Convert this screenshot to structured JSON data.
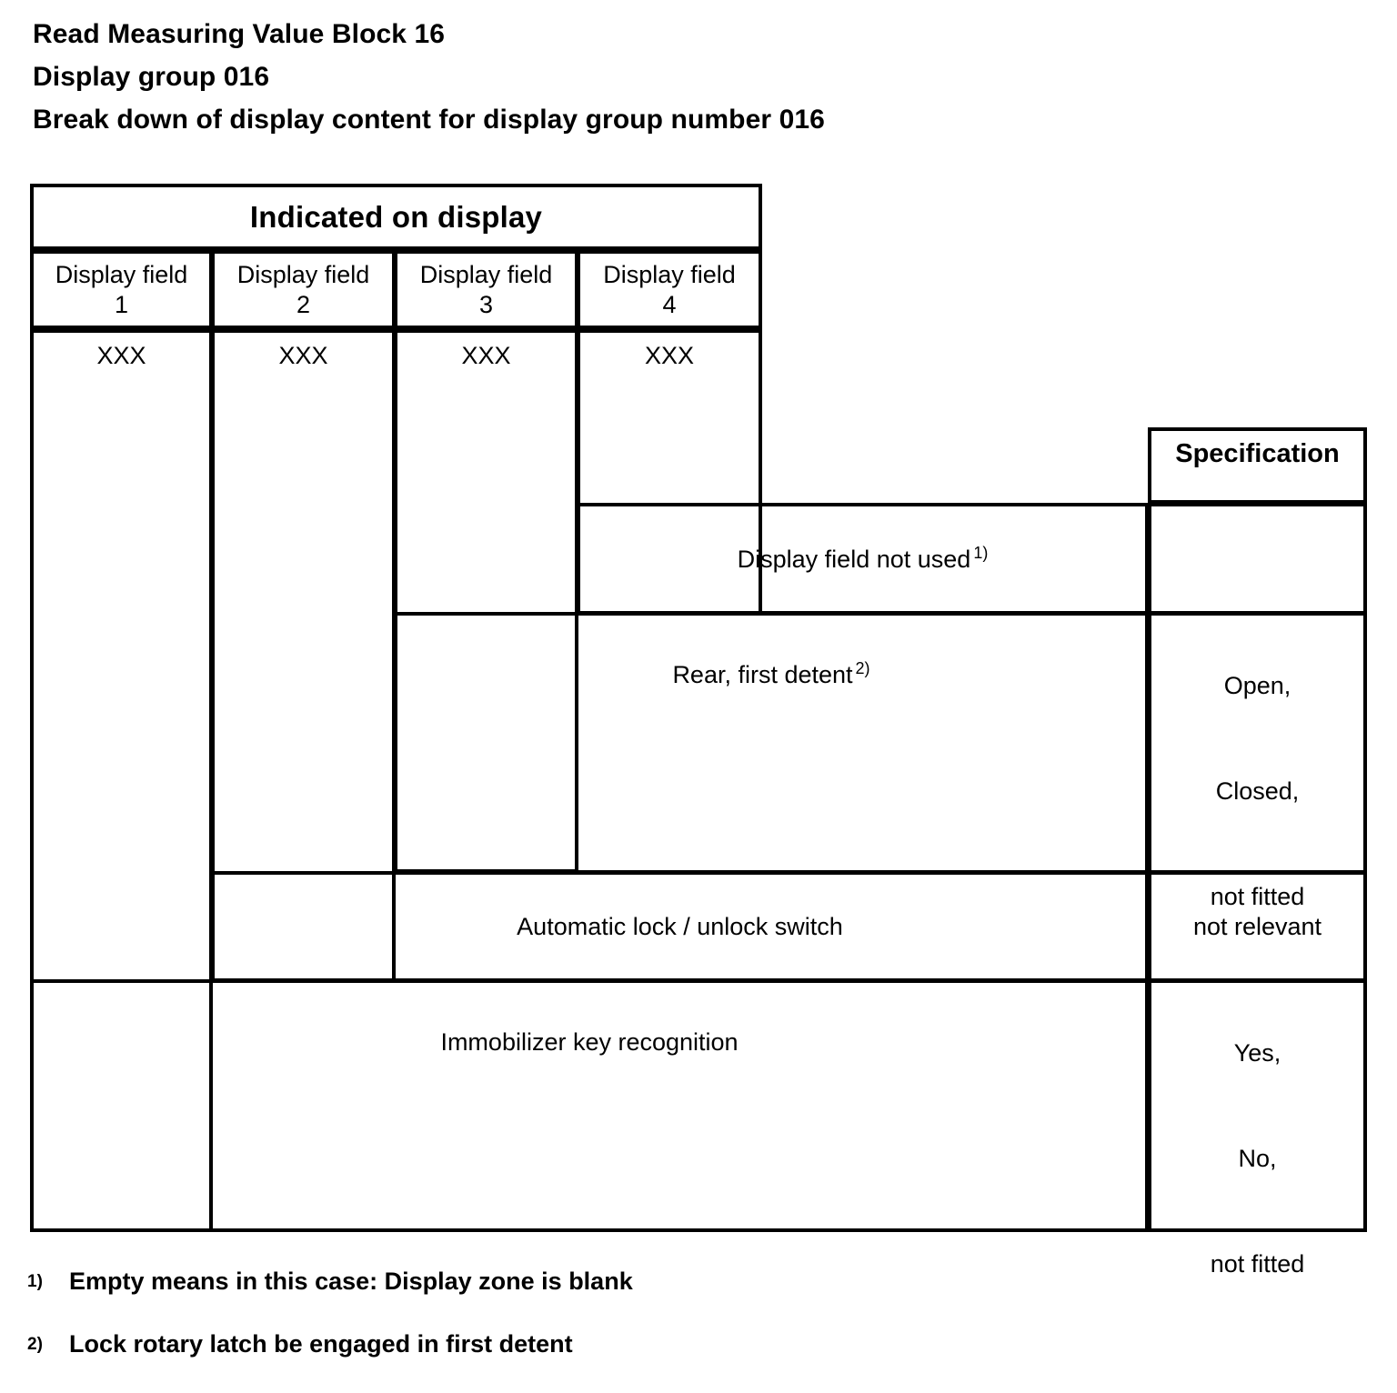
{
  "heading": {
    "line1": "Read Measuring Value Block 16",
    "line2": "Display group 016",
    "line3": "Break down of display content for display group number 016"
  },
  "table": {
    "group_header": "Indicated on display",
    "spec_header": "Specification",
    "display_fields": [
      {
        "label": "Display field",
        "number": "1",
        "value": "XXX"
      },
      {
        "label": "Display field",
        "number": "2",
        "value": "XXX"
      },
      {
        "label": "Display field",
        "number": "3",
        "value": "XXX"
      },
      {
        "label": "Display field",
        "number": "4",
        "value": "XXX"
      }
    ],
    "rows": [
      {
        "description": "Display field not used",
        "footnote_ref": "1)",
        "specification": ""
      },
      {
        "description": "Rear, first detent",
        "footnote_ref": "2)",
        "specification": "Open,\n\nClosed,\n\nnot fitted"
      },
      {
        "description": "Automatic lock / unlock switch",
        "footnote_ref": "",
        "specification": "not relevant"
      },
      {
        "description": "Immobilizer key recognition",
        "footnote_ref": "",
        "specification": "Yes,\n\nNo,\n\nnot fitted"
      }
    ]
  },
  "footnotes": [
    {
      "marker": "1)",
      "text": "Empty means in this case: Display zone is blank"
    },
    {
      "marker": "2)",
      "text": "Lock rotary latch be engaged in first detent"
    }
  ]
}
